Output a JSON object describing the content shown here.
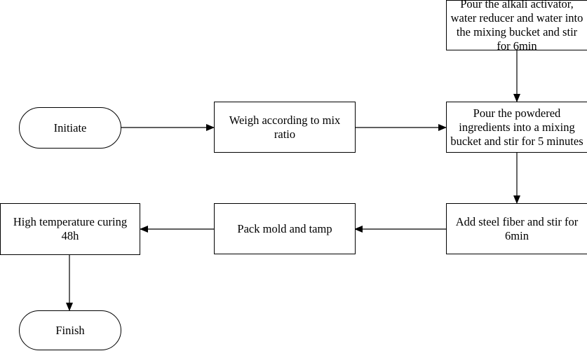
{
  "nodes": {
    "initiate": "Initiate",
    "weigh": "Weigh according to mix ratio",
    "pour_liquids": "Pour the alkali activator, water reducer and water into the mixing bucket and stir for 6min",
    "pour_powder": "Pour the powdered ingredients into a mixing bucket and stir for 5 minutes",
    "add_fiber": "Add steel fiber and stir for 6min",
    "pack_mold": "Pack mold and tamp",
    "curing": "High temperature curing 48h",
    "finish": "Finish"
  },
  "colors": {
    "line": "#000000",
    "background": "#ffffff"
  }
}
